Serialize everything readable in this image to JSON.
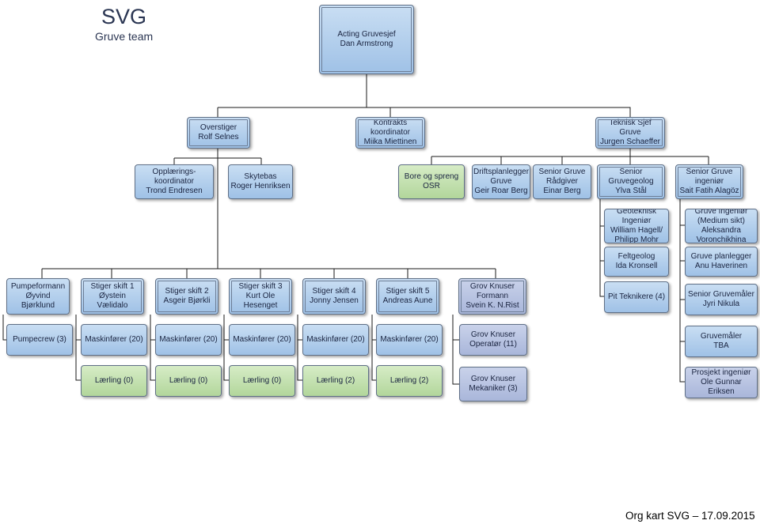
{
  "header": {
    "title": "SVG",
    "subtitle": "Gruve team"
  },
  "footer": "Org kart SVG – 17.09.2015",
  "nodes": {
    "acting_chief": "Acting Gruvesjef\nDan Armstrong",
    "overstiger": "Overstiger\nRolf Selnes",
    "kontrakts": "Kontrakts\nkoordinator\nMiika Miettinen",
    "teknisk_sjef": "Teknisk Sjef Gruve\nJurgen Schaeffer",
    "opplaering": "Opplærings-\nkoordinator\nTrond Endresen",
    "skytebas": "Skytebas\nRoger Henriksen",
    "bore": "Bore og spreng\nOSR",
    "driftsplanlegger": "Driftsplanlegger\nGruve\nGeir Roar Berg",
    "senior_radgiver": "Senior Gruve\nRådgiver\nEinar Berg",
    "senior_geolog": "Senior\nGruvegeolog\nYlva Stål",
    "senior_ingenior": "Senior Gruve\ningeniør\nSait Fatih Alagöz",
    "geoteknisk": "Geoteknisk Ingeniør\nWilliam Hagell/\nPhilipp Mohr",
    "feltgeolog": "Feltgeolog\nIda Kronsell",
    "pit_teknikere": "Pit Teknikere (4)",
    "gruve_ing_medium": "Gruve Ingeniør\n(Medium sikt)\nAleksandra\nVoronchikhina",
    "gruve_planlegger": "Gruve planlegger\nAnu Haverinen",
    "senior_gruvemaler": "Senior Gruvemåler\nJyri Nikula",
    "gruvemaler": "Gruvemåler\nTBA",
    "prosjekt_ing": "Prosjekt ingeniør\nOle Gunnar Eriksen",
    "pumpeformann": "Pumpeformann\nØyvind Bjørklund",
    "skift1": "Stiger skift 1\nØystein Vælidalo",
    "skift2": "Stiger skift 2\nAsgeir Bjørkli",
    "skift3": "Stiger skift 3\nKurt Ole Hesenget",
    "skift4": "Stiger skift 4\nJonny Jensen",
    "skift5": "Stiger skift 5\nAndreas Aune",
    "grov_formann": "Grov Knuser\nFormann\nSvein K. N.Rist",
    "pumpecrew": "Pumpecrew (3)",
    "mask1": "Maskinfører (20)",
    "mask2": "Maskinfører (20)",
    "mask3": "Maskinfører (20)",
    "mask4": "Maskinfører (20)",
    "mask5": "Maskinfører (20)",
    "grov_operator": "Grov Knuser\nOperatør  (11)",
    "laer1": "Lærling (0)",
    "laer2": "Lærling (0)",
    "laer3": "Lærling (0)",
    "laer4": "Lærling (2)",
    "laer5": "Lærling (2)",
    "grov_mekaniker": "Grov Knuser\nMekaniker (3)"
  },
  "colors": {
    "blue": "#b4d0ee",
    "green": "#c2e0ad",
    "purple": "#b6c1e0",
    "line": "#1a1a1a"
  }
}
